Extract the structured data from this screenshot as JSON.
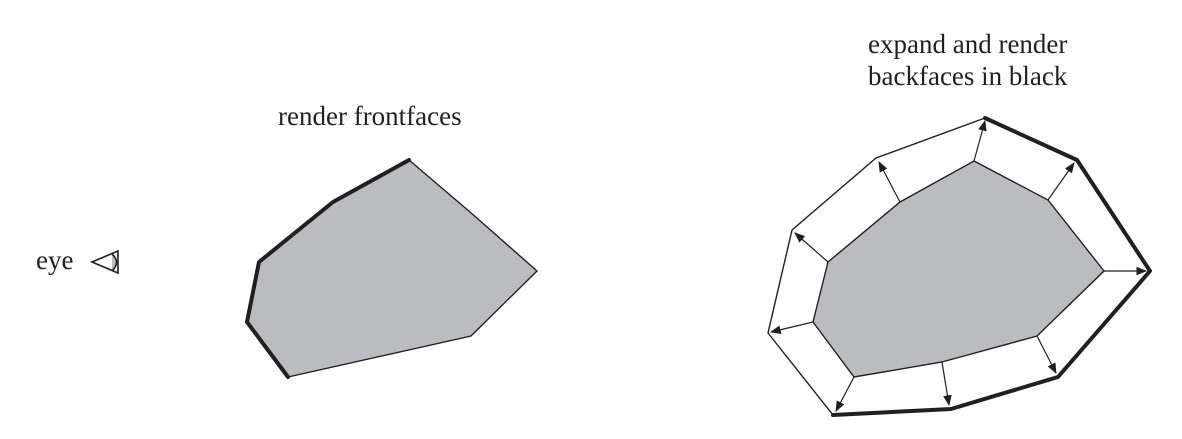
{
  "labels": {
    "eye": "eye",
    "left_caption": "render frontfaces",
    "right_caption_line1": "expand and render",
    "right_caption_line2": "backfaces in black"
  },
  "colors": {
    "fill": "#bbbcbf",
    "stroke": "#231f20",
    "background": "#ffffff"
  }
}
